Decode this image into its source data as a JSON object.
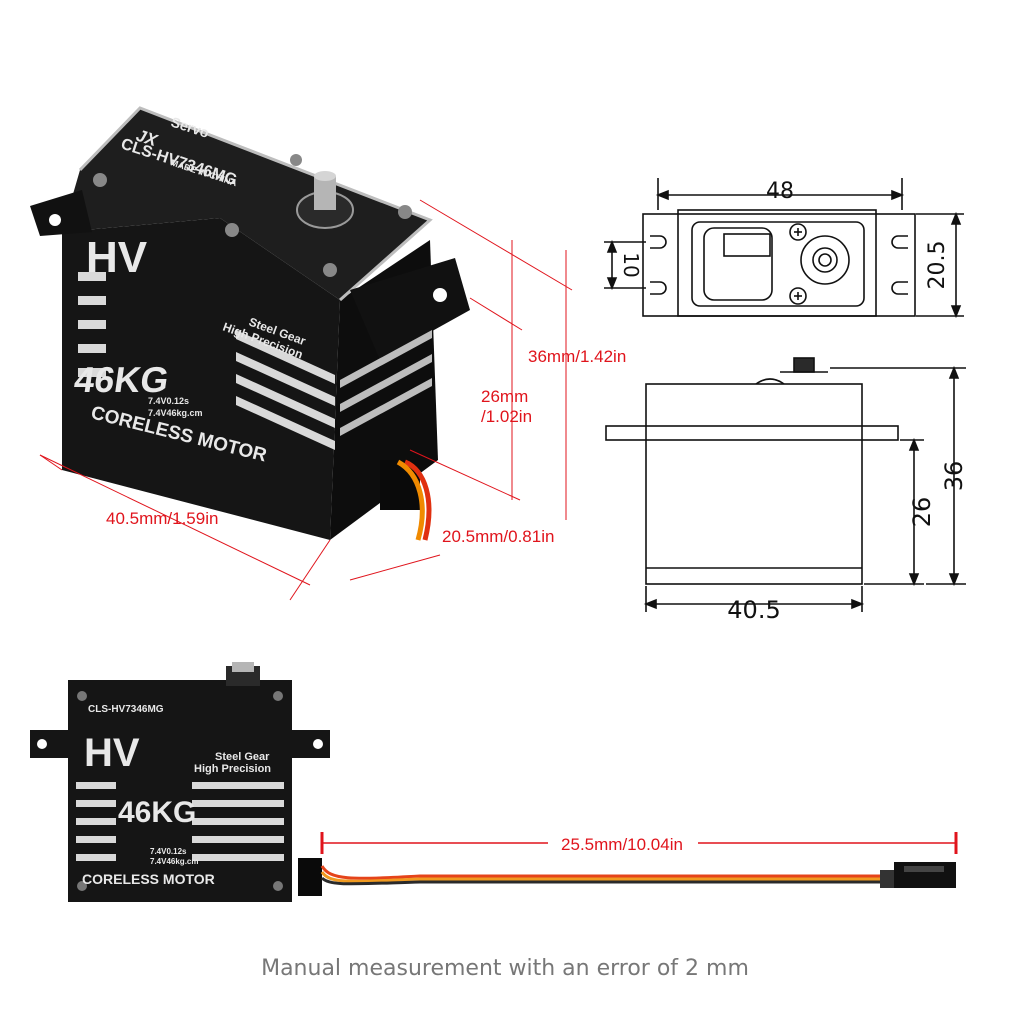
{
  "servo_labels": {
    "brand": "JX",
    "series": "Servo",
    "model": "CLS-HV7346MG",
    "origin": "MADE IN CHINA",
    "hv": "HV",
    "torque": "46KG",
    "gear_line1": "Steel Gear",
    "gear_line2": "High Precision",
    "spec_line1": "7.4V0.12s",
    "spec_line2": "7.4V46kg.cm",
    "motor": "CORELESS MOTOR"
  },
  "perspective_dimensions": {
    "height": "36mm/1.42in",
    "body_height_line1": "26mm",
    "body_height_line2": "/1.02in",
    "length": "40.5mm/1.59in",
    "width": "20.5mm/0.81in"
  },
  "top_view_dimensions": {
    "width": "48",
    "hole_spacing": "10",
    "depth": "20.5"
  },
  "side_view_dimensions": {
    "length": "40.5",
    "body_height": "26",
    "total_height": "36"
  },
  "cable_length": "25.5mm/10.04in",
  "caption": "Manual measurement with an error of 2 mm",
  "colors": {
    "dimension_red": "#e0141c",
    "servo_body": "#161616",
    "fin_silver": "#d9d9d9"
  }
}
